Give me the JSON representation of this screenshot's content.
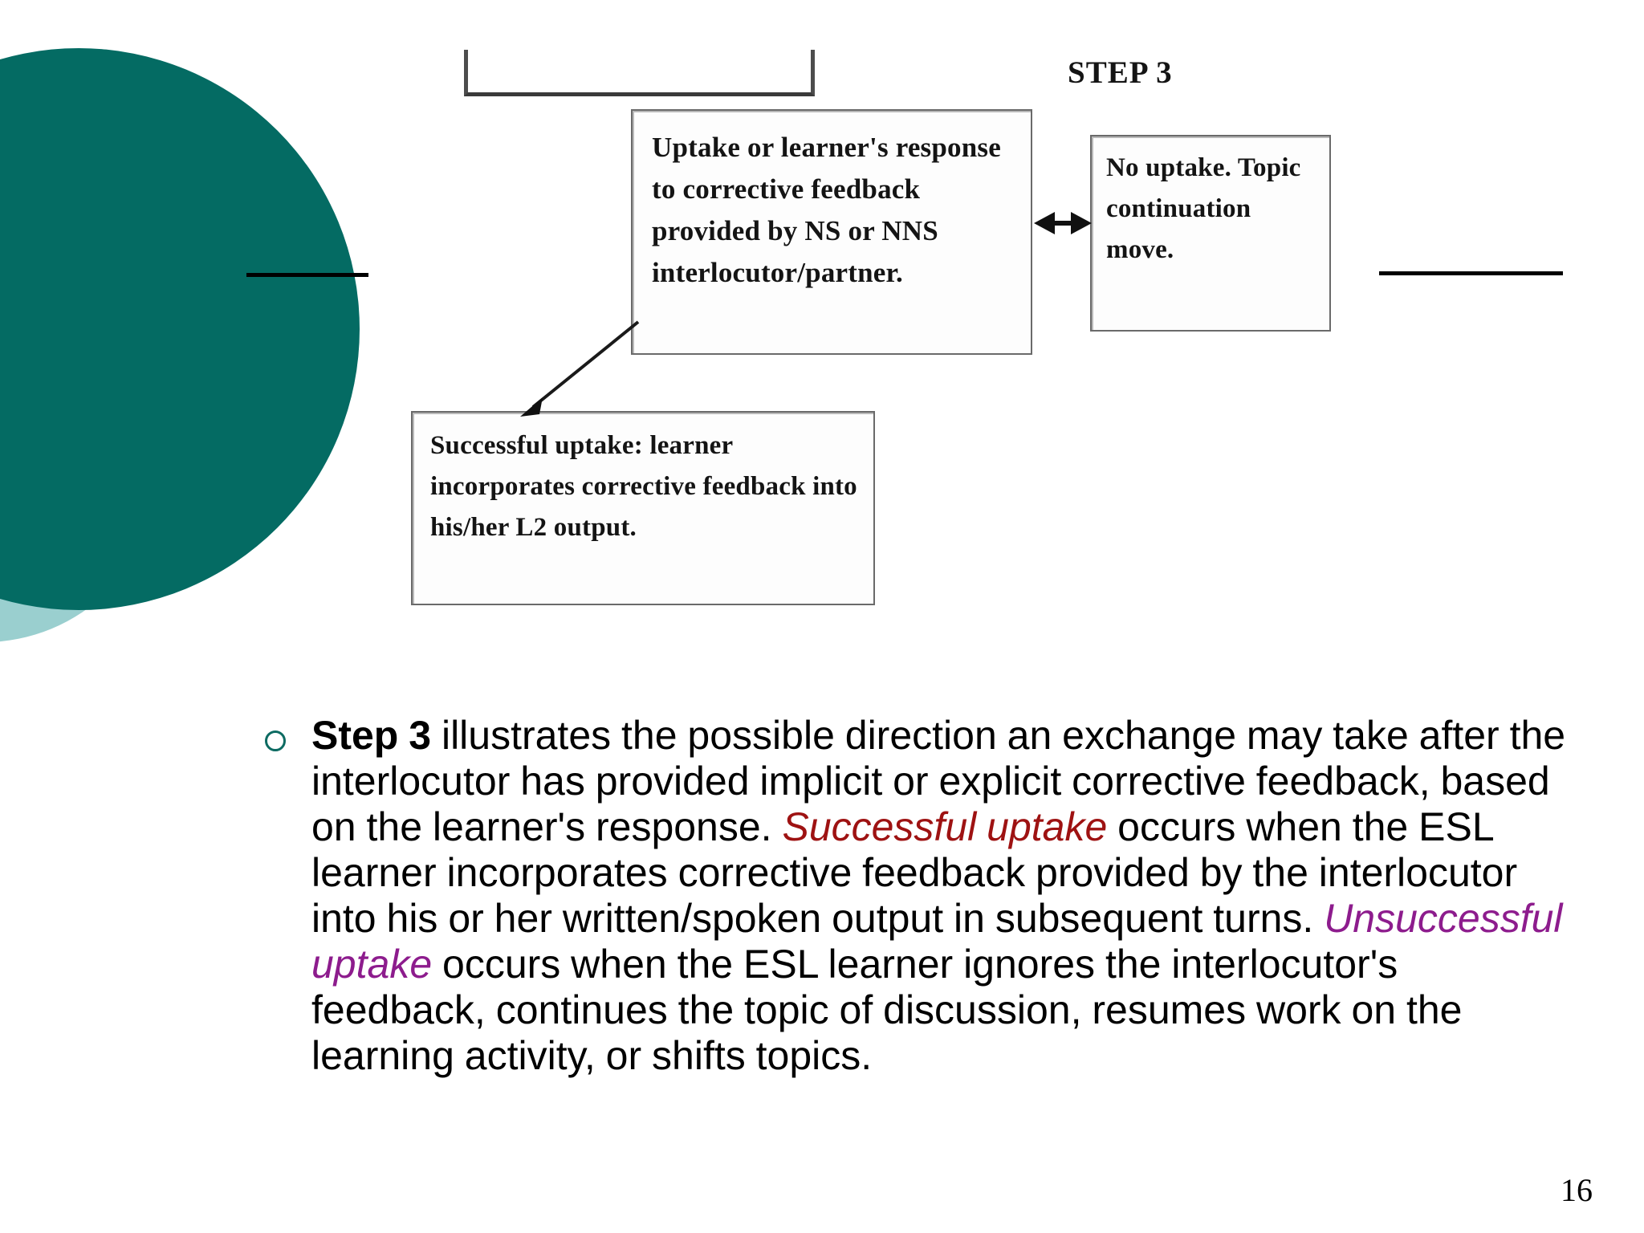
{
  "slide": {
    "page_number": "16",
    "accent_dark_teal": "#046B63",
    "accent_light_teal": "#9ACFCF",
    "bullet_color": "#0D6B62"
  },
  "diagram": {
    "step_label": "STEP 3",
    "boxes": {
      "uptake": "Uptake or learner's response to corrective feedback provided by NS or NNS interlocutor/partner.",
      "no_uptake": "No uptake. Topic continuation move.",
      "successful_uptake": "Successful uptake: learner incorporates corrective feedback into his/her L2 output."
    },
    "connectors": {
      "bracket": "bracket-connector",
      "double_arrow": "double-headed-arrow",
      "diagonal_arrow": "diagonal-arrow"
    }
  },
  "body": {
    "bullet_icon": "circle-outline-bullet-icon",
    "segments": [
      {
        "text": "Step 3",
        "style": "bold"
      },
      {
        "text": " illustrates the possible direction an exchange may take after the interlocutor has provided implicit or explicit corrective feedback, based on the learner's response. ",
        "style": "plain"
      },
      {
        "text": "Successful uptake",
        "style": "italic-red"
      },
      {
        "text": " occurs when the ESL learner incorporates corrective feedback provided by the interlocutor into his or her written/spoken output in subsequent turns. ",
        "style": "plain"
      },
      {
        "text": "Unsuccessful uptake",
        "style": "italic-purple"
      },
      {
        "text": " occurs when the ESL learner ignores the interlocutor's feedback, continues the topic of discussion, resumes work on the learning activity, or shifts topics.",
        "style": "plain"
      }
    ]
  }
}
